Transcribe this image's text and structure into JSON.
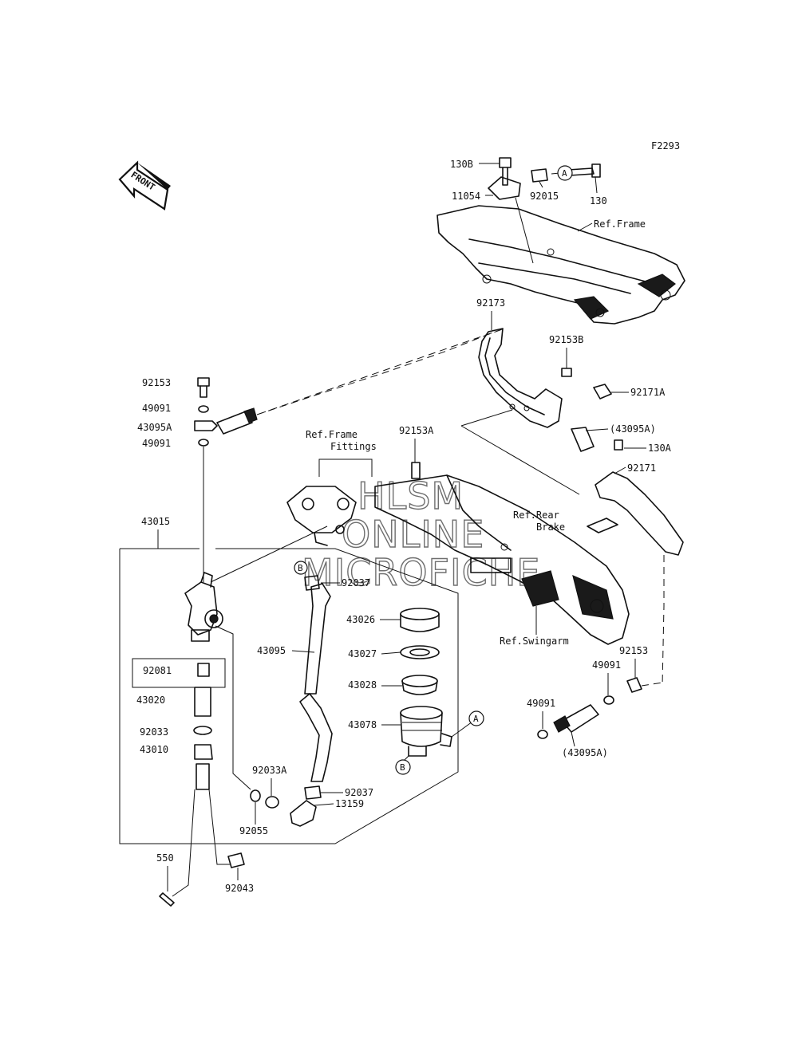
{
  "figure_code": "F2293",
  "front_label": "FRONT",
  "watermark": [
    "HLSM",
    "ONLINE",
    "MICROFICHE"
  ],
  "references": {
    "frame": "Ref.Frame",
    "frame_fittings_1": "Ref.Frame",
    "frame_fittings_2": "Fittings",
    "rear_brake_1": "Ref.Rear",
    "rear_brake_2": "Brake",
    "swingarm": "Ref.Swingarm"
  },
  "callouts": [
    "A",
    "B"
  ],
  "parts": {
    "p130B": "130B",
    "p130": "130",
    "p11054": "11054",
    "p92015": "92015",
    "p92173": "92173",
    "p92153B": "92153B",
    "p92171A": "92171A",
    "p43095A_paren_top": "(43095A)",
    "p130A": "130A",
    "p92171": "92171",
    "p92153_top": "92153",
    "p49091_a": "49091",
    "p43095A": "43095A",
    "p49091_b": "49091",
    "p92153A": "92153A",
    "p43015": "43015",
    "p92037_top": "92037",
    "p43026": "43026",
    "p43095": "43095",
    "p43027": "43027",
    "p43028": "43028",
    "p43078": "43078",
    "p92081": "92081",
    "p43020": "43020",
    "p92033": "92033",
    "p43010": "43010",
    "p92033A": "92033A",
    "p92037_bot": "92037",
    "p13159": "13159",
    "p92055": "92055",
    "p550": "550",
    "p92043": "92043",
    "p92153_right": "92153",
    "p49091_right_top": "49091",
    "p49091_right_bot": "49091",
    "p43095A_paren_bot": "(43095A)"
  }
}
